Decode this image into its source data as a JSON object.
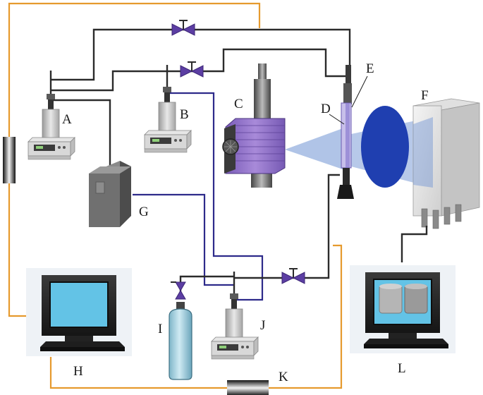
{
  "labels": {
    "A": "A",
    "B": "B",
    "C": "C",
    "D": "D",
    "E": "E",
    "F": "F",
    "G": "G",
    "H": "H",
    "I": "I",
    "J": "J",
    "K": "K",
    "L": "L"
  },
  "colors": {
    "gas_line": "#2b2b2b",
    "water_line": "#2d2a8a",
    "signal_line": "#e69a2e",
    "valve": "#5c3ea3",
    "light_source": "#8a6bc2",
    "beam": "#6f93d3",
    "lens": "#1f3fb0",
    "screen": "#63c3e6"
  },
  "icons": [
    "pump-icon",
    "valve-icon",
    "lamp-icon",
    "sample-cell-icon",
    "lens-icon",
    "camera-icon",
    "controller-box-icon",
    "computer-icon",
    "gas-cylinder-icon",
    "sensor-icon"
  ]
}
